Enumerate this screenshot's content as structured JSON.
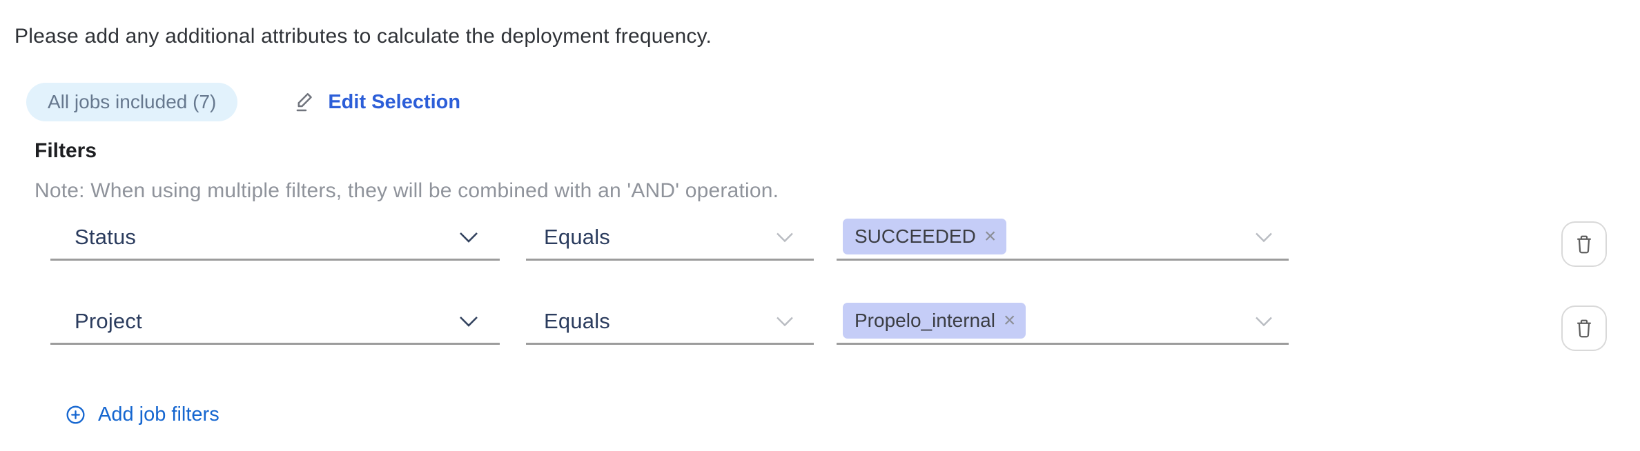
{
  "instruction": "Please add any additional attributes to calculate the deployment frequency.",
  "selection": {
    "badge_label": "All jobs included (7)",
    "edit_label": "Edit Selection"
  },
  "filters": {
    "title": "Filters",
    "note": "Note: When using multiple filters, they will be combined with an 'AND' operation.",
    "rows": [
      {
        "attribute": "Status",
        "operator": "Equals",
        "values": [
          "SUCCEEDED"
        ]
      },
      {
        "attribute": "Project",
        "operator": "Equals",
        "values": [
          "Propelo_internal"
        ]
      }
    ],
    "add_label": "Add job filters"
  },
  "glyphs": {
    "close": "×"
  },
  "icons": {
    "edit": "pencil-icon",
    "delete": "trash-icon",
    "add": "plus-circle-icon",
    "dropdown": "chevron-down-icon",
    "remove_value": "close-icon"
  },
  "colors": {
    "badge_bg": "#e2f2fc",
    "badge_text": "#66788e",
    "edit_link_blue": "#2c5ed8",
    "add_link_blue": "#1566d0",
    "tag_bg": "#c5cdf7",
    "select_text": "#2b3c5e",
    "underline_gray": "#9c9c9c",
    "note_gray": "#8f939b"
  }
}
